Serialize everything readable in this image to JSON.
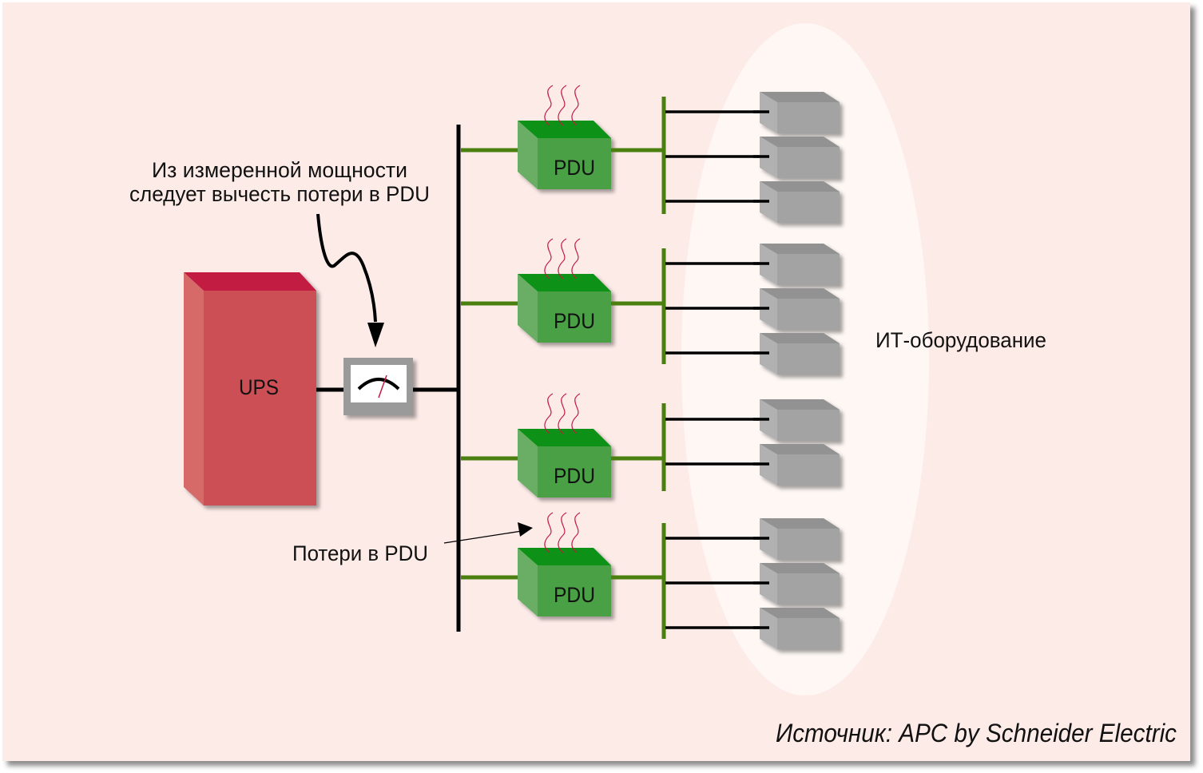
{
  "colors": {
    "background": "#fdebe8",
    "ellipse": "#fef7f4",
    "ups_front": "#cc5057",
    "ups_side": "#d66b69",
    "ups_top": "#c21b42",
    "pdu_front": "#48a045",
    "pdu_side": "#6aae65",
    "pdu_top": "#0e9114",
    "green_line": "#4b7f10",
    "server_front": "#a3a3a3",
    "server_side": "#b1b1b1",
    "server_top": "#929292",
    "meter_frame": "#9a9a9a",
    "heat_wave": "#c21b42",
    "needle": "#c21b42"
  },
  "labels": {
    "ups": "UPS",
    "pdu": "PDU",
    "annotation_line1": "Из измеренной мощности",
    "annotation_line2": "следует вычесть потери в PDU",
    "losses": "Потери в PDU",
    "it_equipment": "ИТ-оборудование",
    "source": "Источник: APC by Schneider Electric"
  },
  "icons": {
    "meter": "power-meter-icon",
    "heat": "heat-waves-icon",
    "server": "server-box-icon"
  },
  "pdu_groups": [
    {
      "label": "PDU",
      "servers": 3
    },
    {
      "label": "PDU",
      "servers": 3
    },
    {
      "label": "PDU",
      "servers": 2
    },
    {
      "label": "PDU",
      "servers": 3
    }
  ]
}
